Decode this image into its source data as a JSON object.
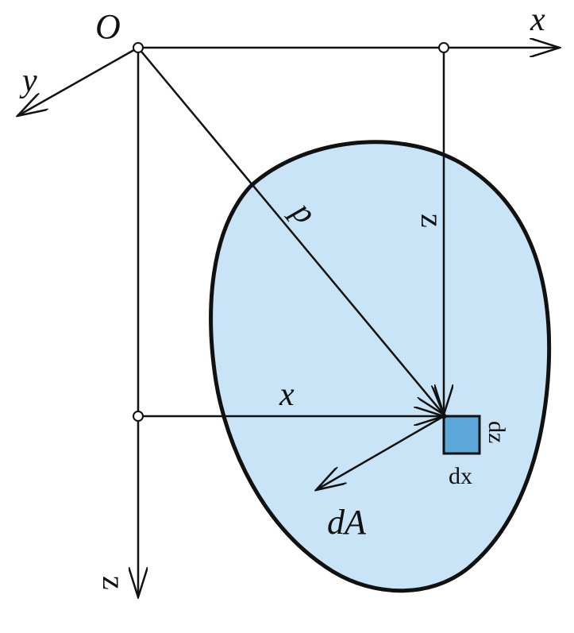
{
  "labels": {
    "origin": "O",
    "x_axis": "x",
    "y_axis": "y",
    "z_axis": "z",
    "p_vector": "p",
    "z_distance": "z",
    "x_distance": "x",
    "dA_vector": "dA",
    "dx": "dx",
    "dz": "dz"
  },
  "colors": {
    "region_fill": "#c9e4f6",
    "element_fill": "#5aa7d8",
    "stroke": "#111111"
  }
}
